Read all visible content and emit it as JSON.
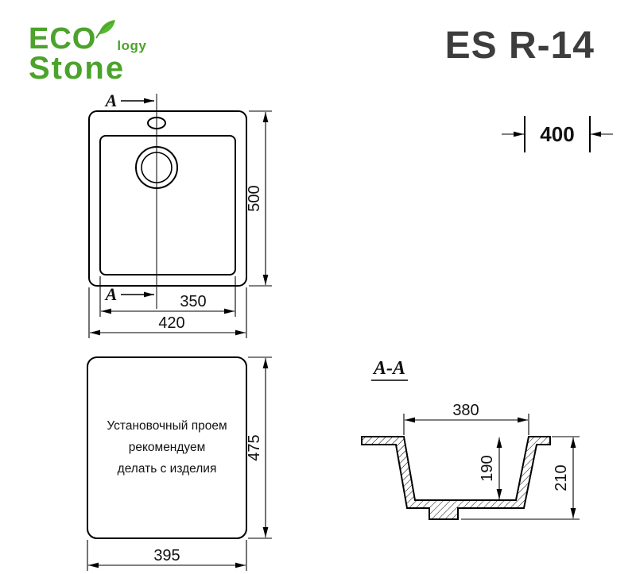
{
  "colors": {
    "logo_green": "#4BA32B",
    "leaf_green": "#58B830",
    "title_gray": "#3D3D3D",
    "line_black": "#000000"
  },
  "logo": {
    "eco": "ECO",
    "logy": "logy",
    "stone": "Stone"
  },
  "title": "ES R-14",
  "top_view": {
    "section_label": "A",
    "dim_height": "500",
    "dim_inner_width": "350",
    "dim_outer_width": "420",
    "dim_depth": "400"
  },
  "install_view": {
    "line1": "Установочный проем",
    "line2": "рекомендуем",
    "line3": "делать с изделия",
    "dim_height": "475",
    "dim_width": "395"
  },
  "section_view": {
    "title": "A-A",
    "dim_opening_width": "380",
    "dim_bowl_depth": "190",
    "dim_total_height": "210"
  }
}
